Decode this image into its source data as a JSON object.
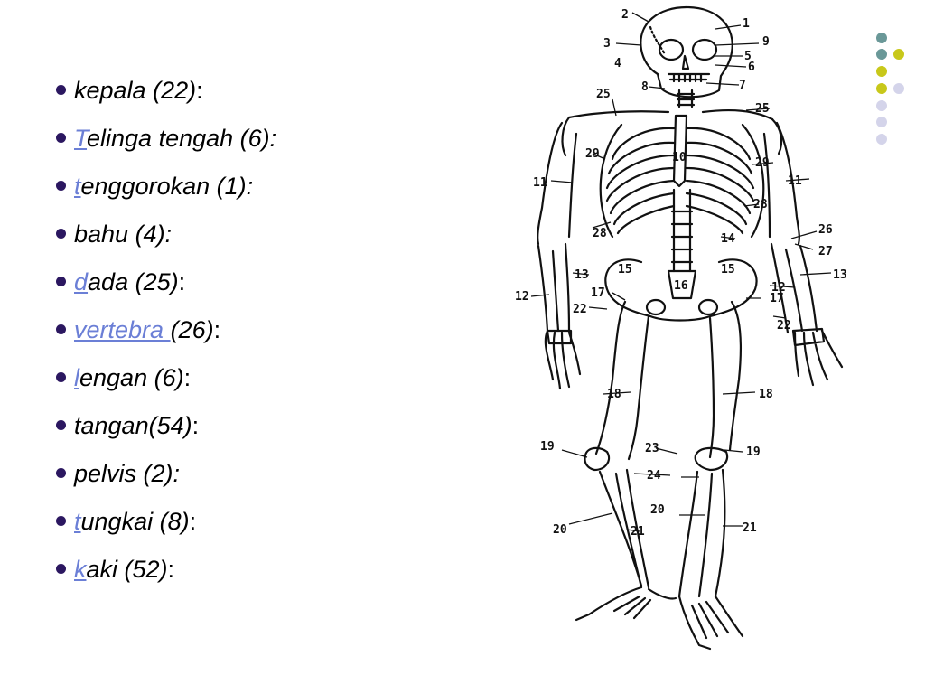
{
  "items": [
    {
      "prefix": "",
      "rest": "kepala (22)",
      "suffix": ":",
      "suffix_italic": false
    },
    {
      "prefix": "T",
      "rest": "elinga tengah (6):",
      "suffix": "",
      "suffix_italic": false
    },
    {
      "prefix": "t",
      "rest": "enggorokan (1):",
      "suffix": "",
      "suffix_italic": false
    },
    {
      "prefix": "",
      "rest": "bahu (4):",
      "suffix": "",
      "suffix_italic": false
    },
    {
      "prefix": "d",
      "rest": "ada (25)",
      "suffix": ":",
      "suffix_italic": false
    },
    {
      "prefix": "vertebra ",
      "rest": "(26)",
      "suffix": ":",
      "suffix_italic": false
    },
    {
      "prefix": "l",
      "rest": "engan (6)",
      "suffix": ":",
      "suffix_italic": false
    },
    {
      "prefix": "",
      "rest": "tangan(54)",
      "suffix": ":",
      "suffix_italic": false
    },
    {
      "prefix": "",
      "rest": "pelvis (2):",
      "suffix": "",
      "suffix_italic": false
    },
    {
      "prefix": "t",
      "rest": "ungkai (8)",
      "suffix": ":",
      "suffix_italic": false
    },
    {
      "prefix": "k",
      "rest": "aki (52)",
      "suffix": ":",
      "suffix_italic": false
    }
  ],
  "diagram_labels": [
    {
      "text": "2"
    },
    {
      "text": "1"
    },
    {
      "text": "3"
    },
    {
      "text": "9"
    },
    {
      "text": "5"
    },
    {
      "text": "4"
    },
    {
      "text": "6"
    },
    {
      "text": "8"
    },
    {
      "text": "7"
    },
    {
      "text": "25"
    },
    {
      "text": "25"
    },
    {
      "text": "29"
    },
    {
      "text": "10"
    },
    {
      "text": "29"
    },
    {
      "text": "11"
    },
    {
      "text": "11"
    },
    {
      "text": "28"
    },
    {
      "text": "28"
    },
    {
      "text": "26"
    },
    {
      "text": "14"
    },
    {
      "text": "27"
    },
    {
      "text": "15"
    },
    {
      "text": "15"
    },
    {
      "text": "13"
    },
    {
      "text": "13"
    },
    {
      "text": "12"
    },
    {
      "text": "16"
    },
    {
      "text": "12"
    },
    {
      "text": "17"
    },
    {
      "text": "17"
    },
    {
      "text": "22"
    },
    {
      "text": "22"
    },
    {
      "text": "18"
    },
    {
      "text": "18"
    },
    {
      "text": "19"
    },
    {
      "text": "23"
    },
    {
      "text": "19"
    },
    {
      "text": "24"
    },
    {
      "text": "20"
    },
    {
      "text": "20"
    },
    {
      "text": "21"
    },
    {
      "text": "21"
    }
  ],
  "colors": {
    "bullet": "#2b1760",
    "link": "#6b7fd6",
    "deco_teal": "#6a9898",
    "deco_yellow": "#c8c81a",
    "deco_lavender": "#d4d4ea"
  }
}
